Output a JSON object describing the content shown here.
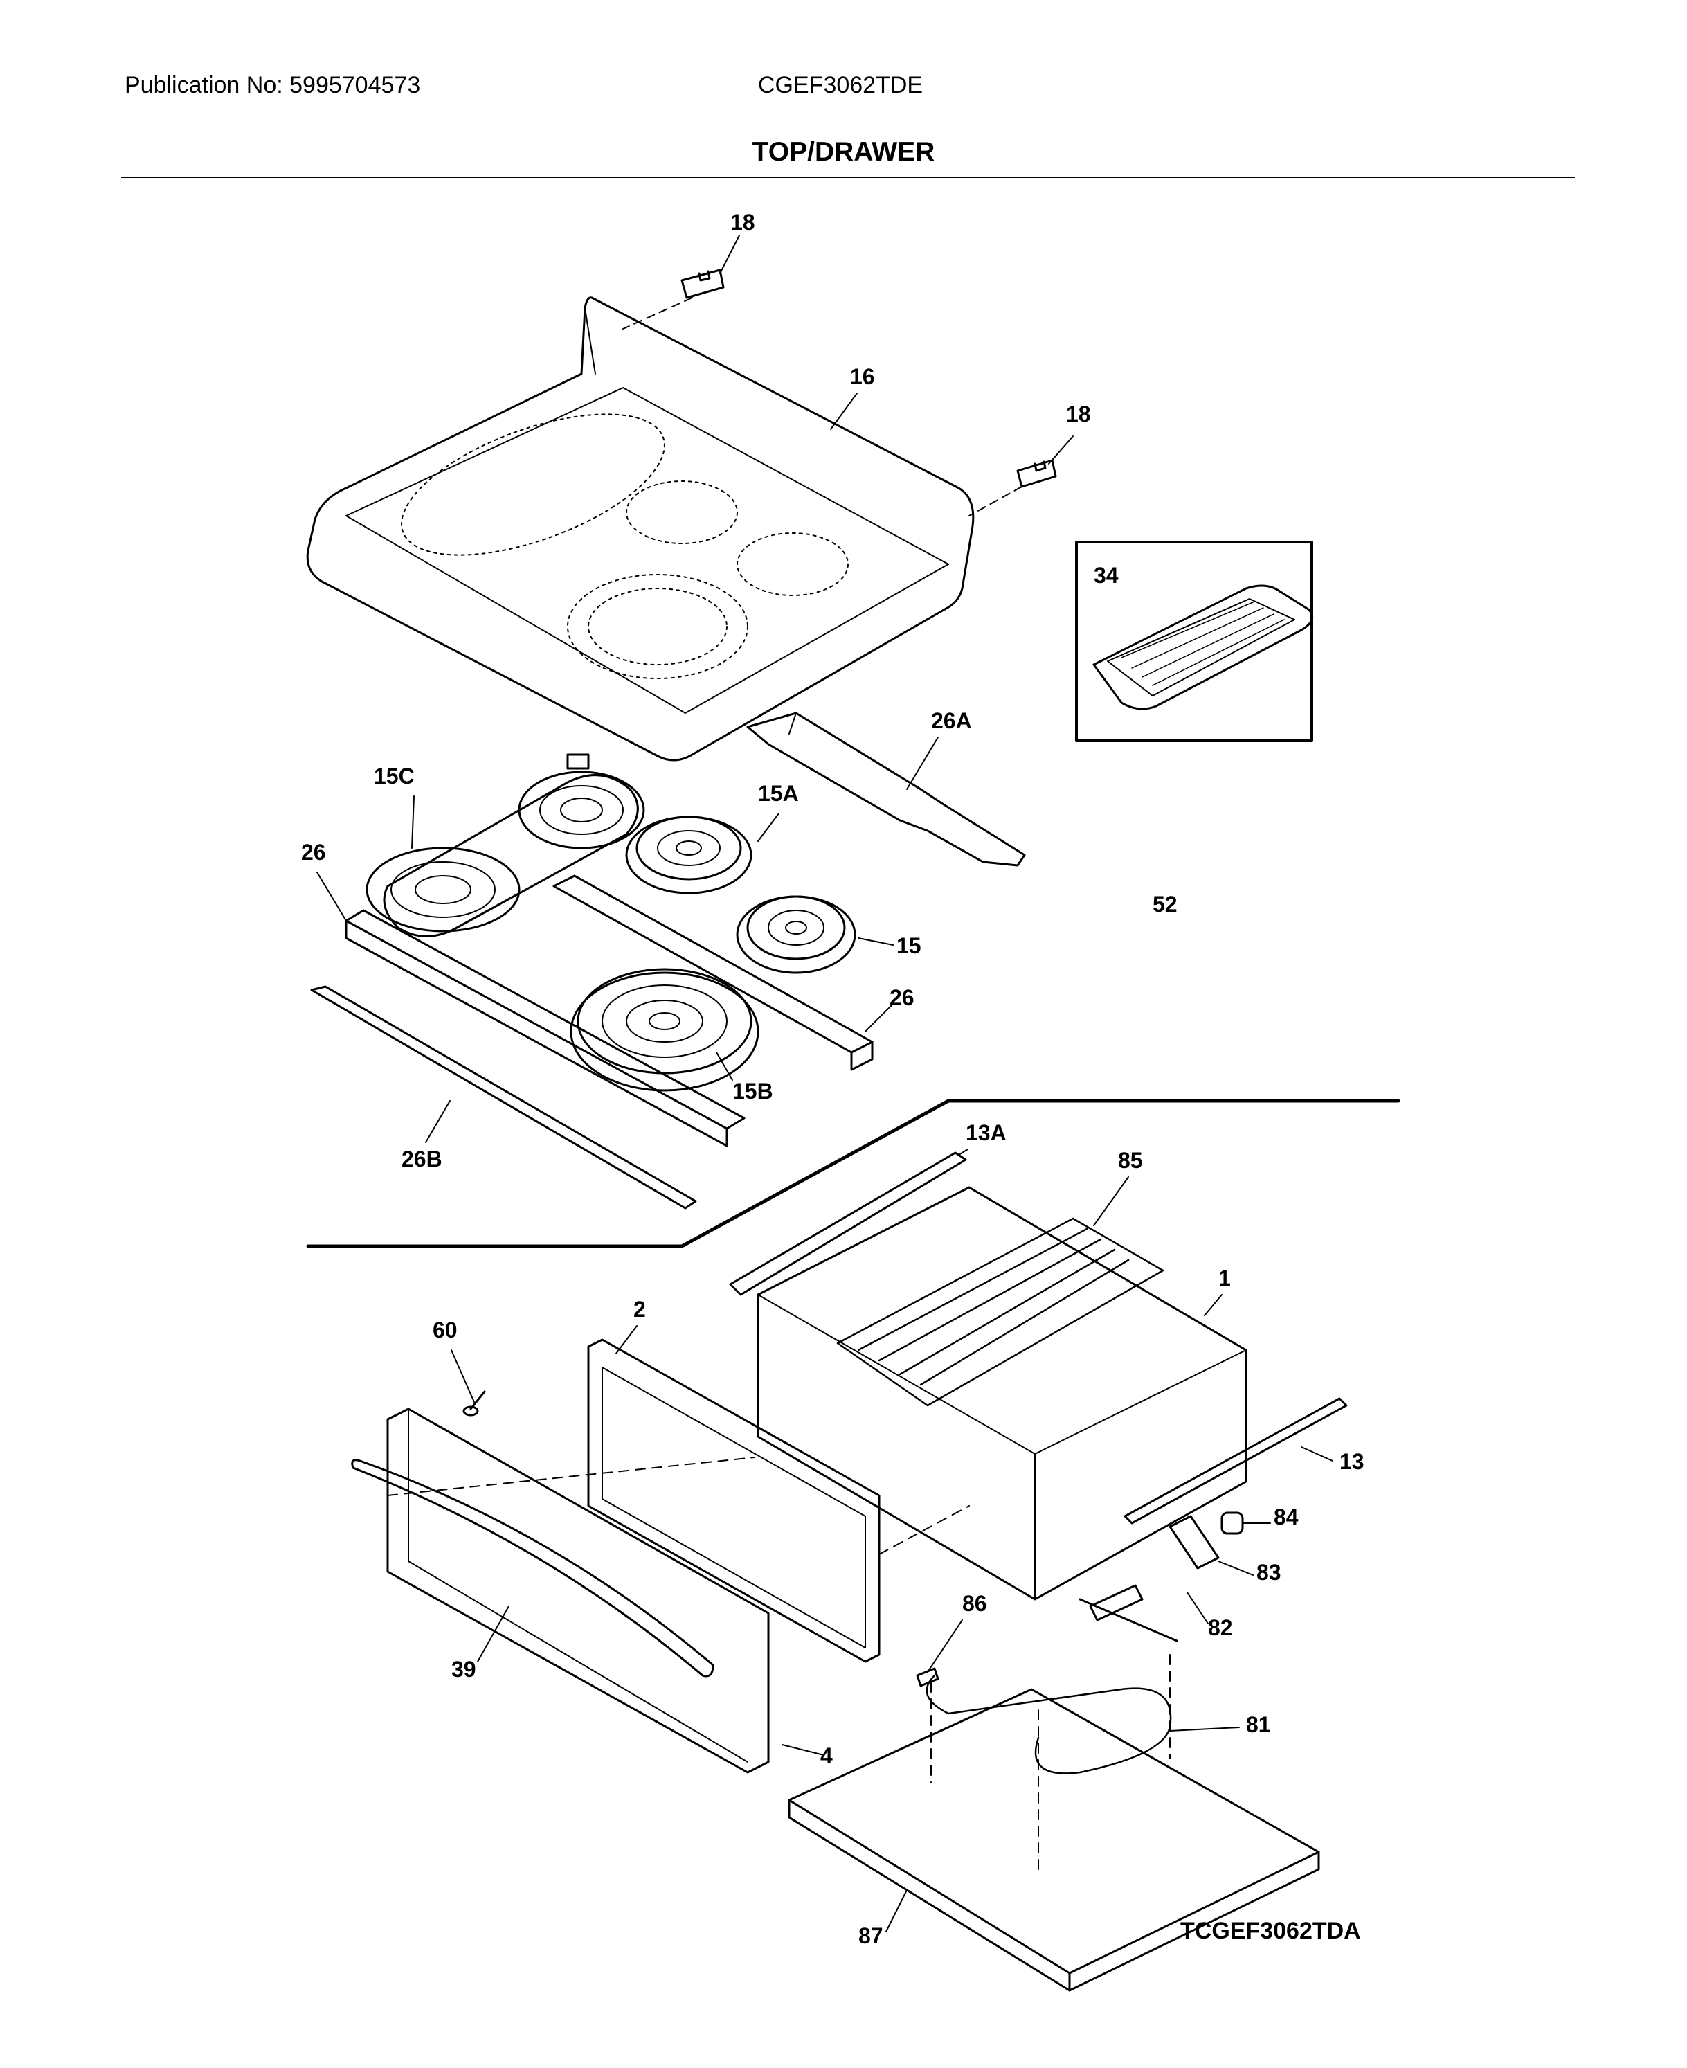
{
  "header": {
    "publication": "Publication No: 5995704573",
    "model": "CGEF3062TDE",
    "section_title": "TOP/DRAWER"
  },
  "footer": {
    "diagram_id": "TCGEF3062TDA"
  },
  "callouts": {
    "c18a": "18",
    "c18b": "18",
    "c16": "16",
    "c34": "34",
    "c26A": "26A",
    "c15C": "15C",
    "c15A": "15A",
    "c26a": "26",
    "c15": "15",
    "c52": "52",
    "c26b": "26",
    "c15B": "15B",
    "c26B": "26B",
    "c13A": "13A",
    "c85": "85",
    "c1": "1",
    "c2": "2",
    "c60": "60",
    "c13": "13",
    "c84": "84",
    "c83": "83",
    "c82": "82",
    "c86": "86",
    "c39": "39",
    "c81": "81",
    "c4": "4",
    "c87": "87"
  },
  "colors": {
    "line": "#000000",
    "background": "#ffffff"
  }
}
